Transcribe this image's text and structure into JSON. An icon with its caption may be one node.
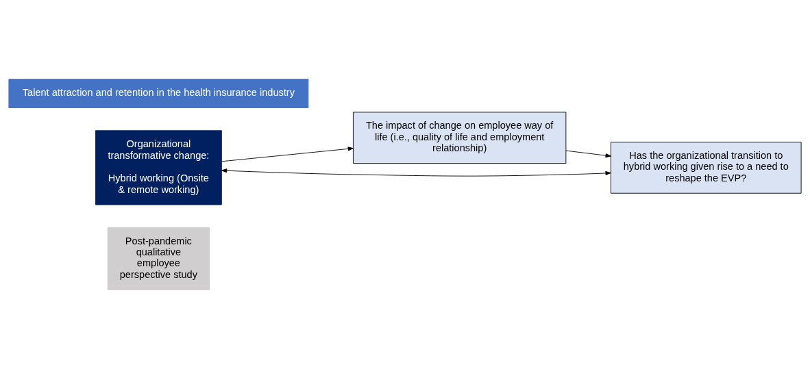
{
  "diagram": {
    "nodes": [
      {
        "text": [
          "Post-pandemic qualitative employee perspective study"
        ]
      },
      {
        "text": [
          "Organizational transformative change:",
          "Hybrid working (Onsite & remote working)"
        ]
      },
      {
        "text": [
          "The impact of change on employee way of life (i.e., quality of life and employment relationship)"
        ]
      },
      {
        "text": [
          "Has the organizational transition to hybrid working given rise to a need to reshape the EVP?"
        ]
      },
      {
        "text": [
          "Talent attraction and retention in the health insurance industry"
        ]
      }
    ],
    "edges": [
      {
        "from": 1,
        "to": 2,
        "arrow": "to"
      },
      {
        "from": 2,
        "to": 3,
        "arrow": "to"
      },
      {
        "from": 1,
        "to": 3,
        "arrow": "both"
      }
    ]
  }
}
